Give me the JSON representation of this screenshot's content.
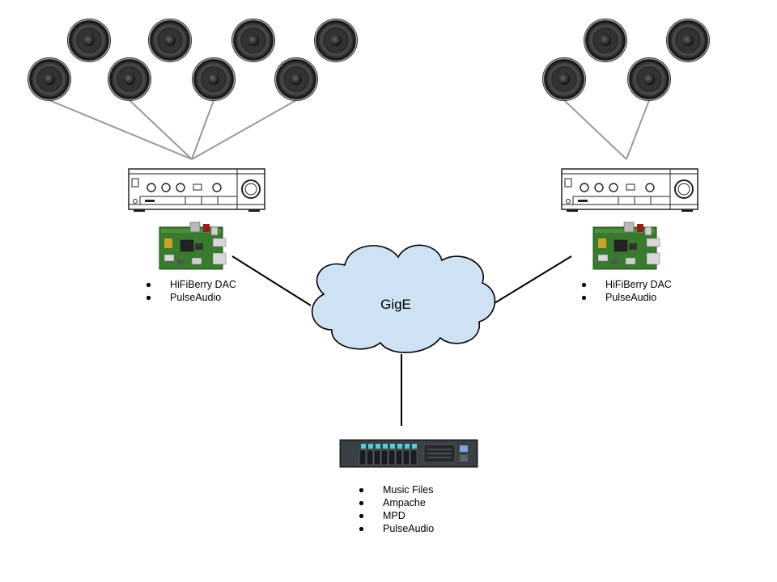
{
  "network": {
    "label": "GigE"
  },
  "left_node": {
    "features": [
      "HiFiBerry DAC",
      "PulseAudio"
    ]
  },
  "right_node": {
    "features": [
      "HiFiBerry DAC",
      "PulseAudio"
    ]
  },
  "server": {
    "features": [
      "Music Files",
      "Ampache",
      "MPD",
      "PulseAudio"
    ]
  },
  "icons": {
    "speaker": "speaker-icon",
    "amplifier": "amplifier-icon",
    "raspberry_pi": "raspberry-pi-board-icon",
    "server": "rack-server-icon",
    "cloud": "cloud-icon"
  },
  "colors": {
    "cloud_fill": "#cfe2f3",
    "speaker_wire": "#999999",
    "network_link": "#000000",
    "board_green": "#3a7a2e"
  }
}
